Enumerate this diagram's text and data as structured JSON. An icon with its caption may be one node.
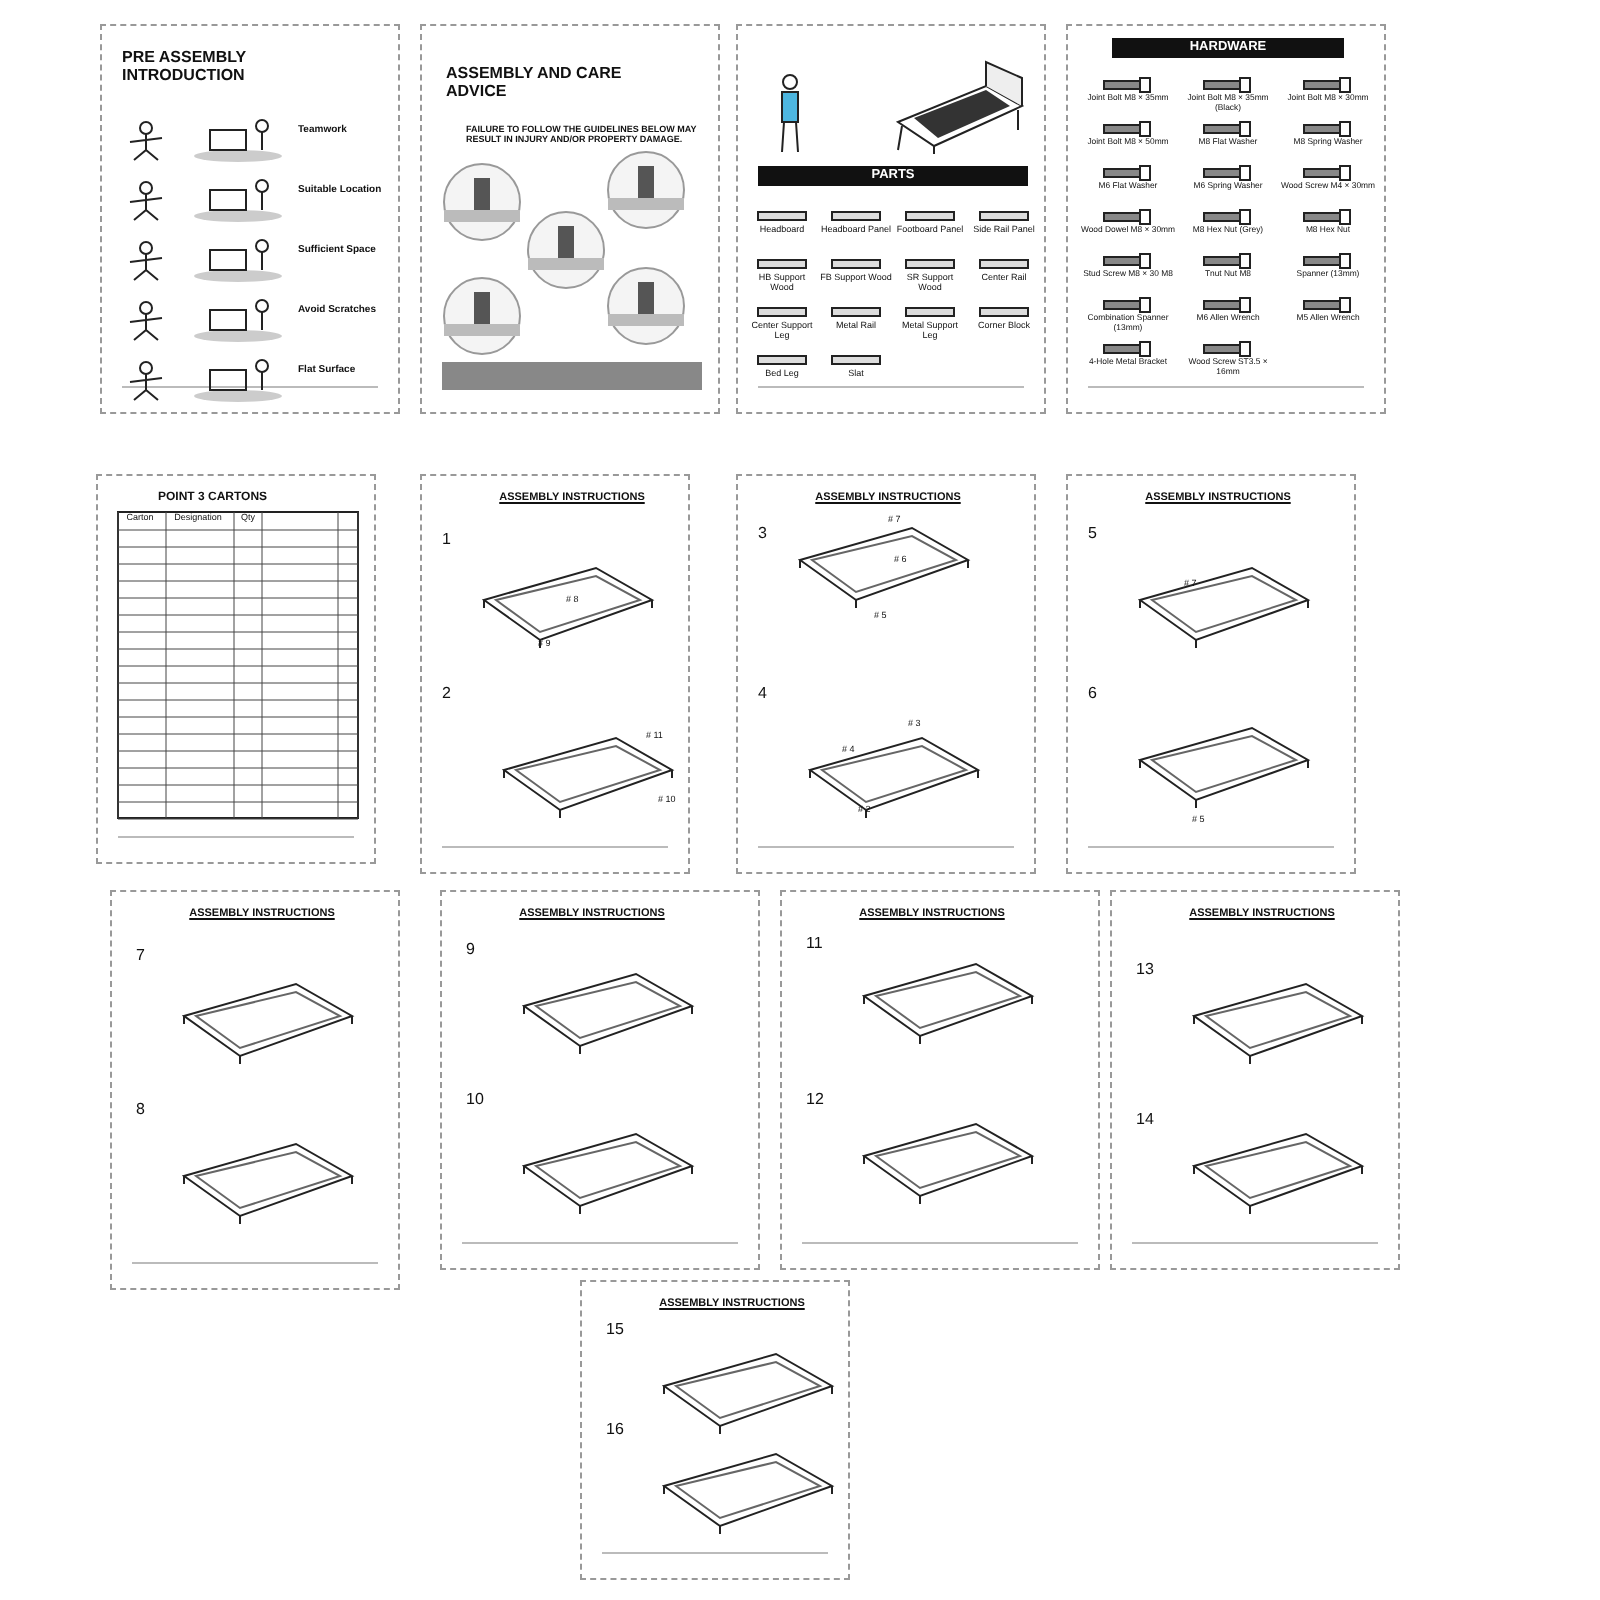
{
  "diagram": {
    "labels": [
      "PRE ASSEMBLY INTRODUCTION",
      "Teamwork",
      "Suitable Location",
      "Sufficient Space",
      "Avoid Scratches",
      "Flat Surface",
      "ASSEMBLY AND CARE ADVICE",
      "FAILURE TO FOLLOW THE GUIDELINES BELOW MAY RESULT IN INJURY AND/OR PROPERTY DAMAGE.",
      "PARTS",
      "Headboard",
      "Headboard Panel",
      "Footboard Panel",
      "Side Rail Panel",
      "HB Support Wood",
      "FB Support Wood",
      "SR Support Wood",
      "Center Rail",
      "Center Support Leg",
      "Metal Rail",
      "Metal Support Leg",
      "Corner Block",
      "Bed Leg",
      "Slat",
      "HARDWARE",
      "Joint Bolt M8 × 35mm",
      "Joint Bolt M8 × 35mm (Black)",
      "Joint Bolt M8 × 30mm",
      "Joint Bolt M8 × 50mm",
      "M8 Flat Washer",
      "M8 Spring Washer",
      "M6 Flat Washer",
      "M6 Spring Washer",
      "Wood Screw M4 × 30mm",
      "Wood Dowel M8 × 30mm",
      "M8 Hex Nut (Grey)",
      "M8 Hex Nut",
      "Stud Screw M8 × 30 M8",
      "Tnut Nut M8",
      "Spanner (13mm)",
      "Combination Spanner (13mm)",
      "M6 Allen Wrench",
      "M5 Allen Wrench",
      "4-Hole Metal Bracket",
      "Wood Screw ST3.5 × 16mm",
      "POINT 3 CARTONS",
      "Carton",
      "Designation",
      "Qty",
      "ASSEMBLY INSTRUCTIONS",
      "1",
      "# 8",
      "# 9",
      "2",
      "# 11",
      "# 10",
      "ASSEMBLY INSTRUCTIONS",
      "3",
      "# 7",
      "# 6",
      "# 5",
      "4",
      "# 4",
      "# 3",
      "# 2",
      "ASSEMBLY INSTRUCTIONS",
      "5",
      "# 7",
      "6",
      "# 5",
      "ASSEMBLY INSTRUCTIONS",
      "7",
      "8",
      "ASSEMBLY INSTRUCTIONS",
      "9",
      "10",
      "ASSEMBLY INSTRUCTIONS",
      "11",
      "12",
      "ASSEMBLY INSTRUCTIONS",
      "13",
      "14",
      "ASSEMBLY INSTRUCTIONS",
      "15",
      "16"
    ]
  }
}
